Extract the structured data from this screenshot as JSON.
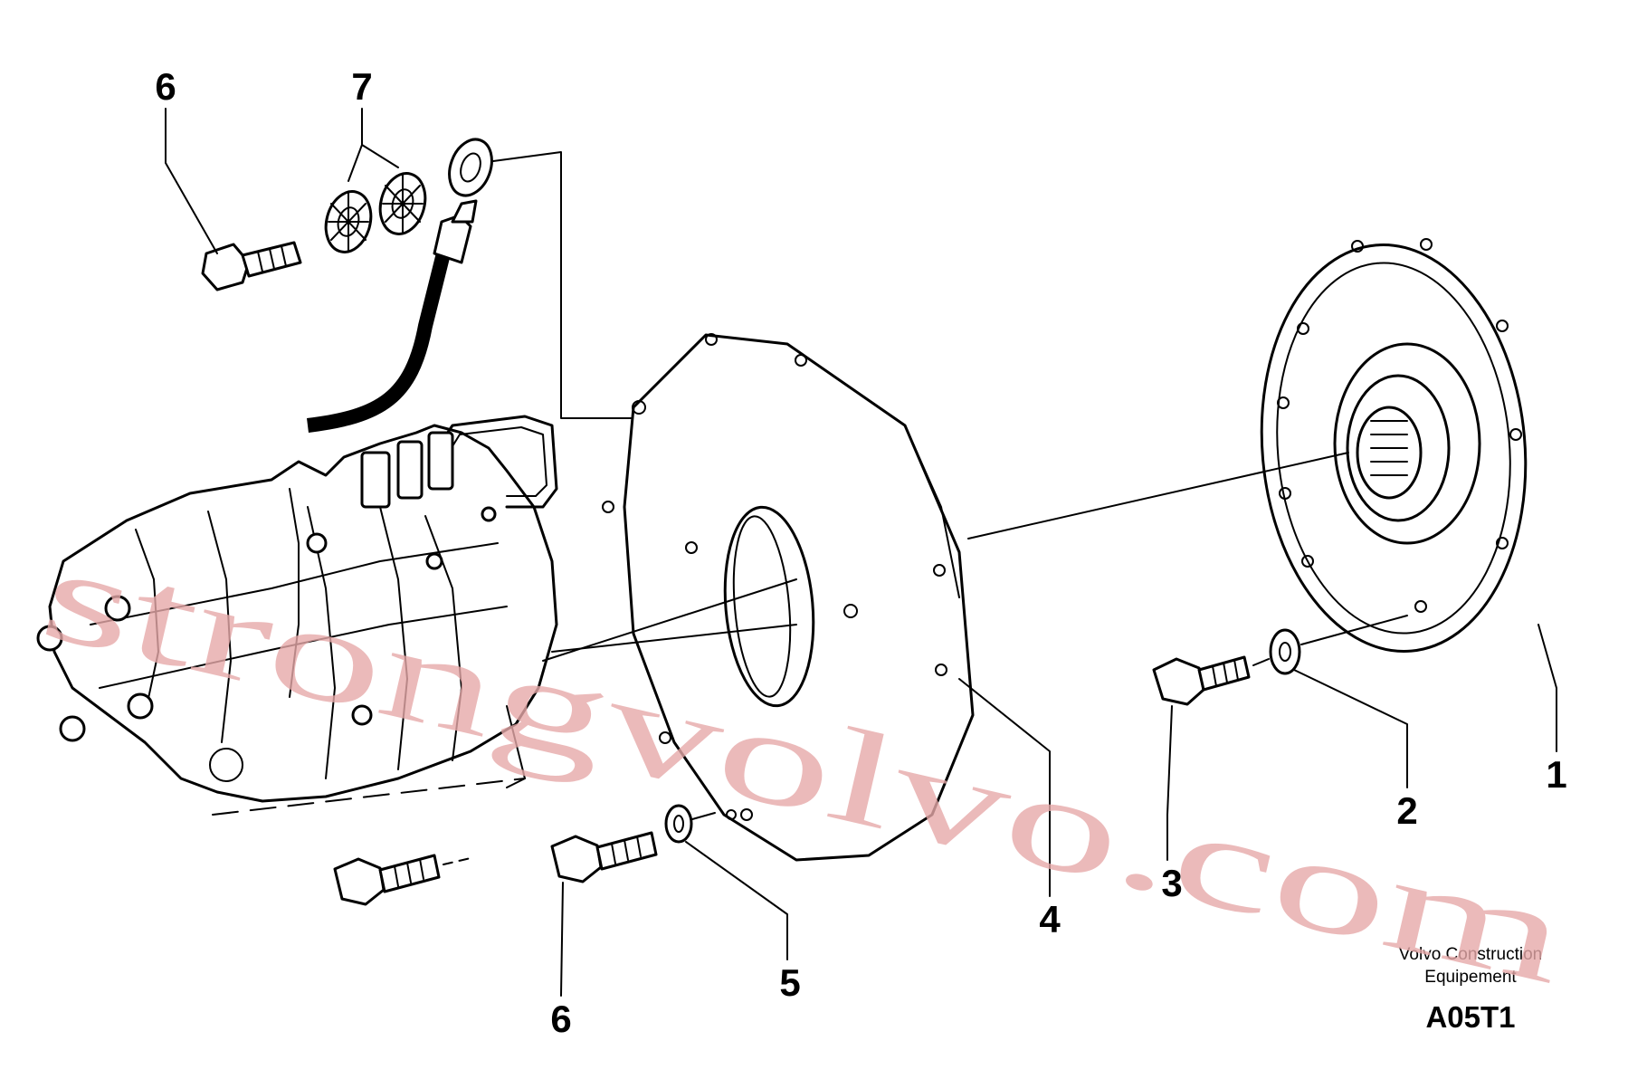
{
  "callouts": {
    "c1": "1",
    "c2": "2",
    "c3": "3",
    "c4": "4",
    "c5": "5",
    "c6_top": "6",
    "c6_bottom": "6",
    "c7": "7"
  },
  "caption": {
    "line1": "Volvo Construction",
    "line2": "Equipement",
    "code": "A05T1"
  },
  "watermark": "strongvolvo.com"
}
